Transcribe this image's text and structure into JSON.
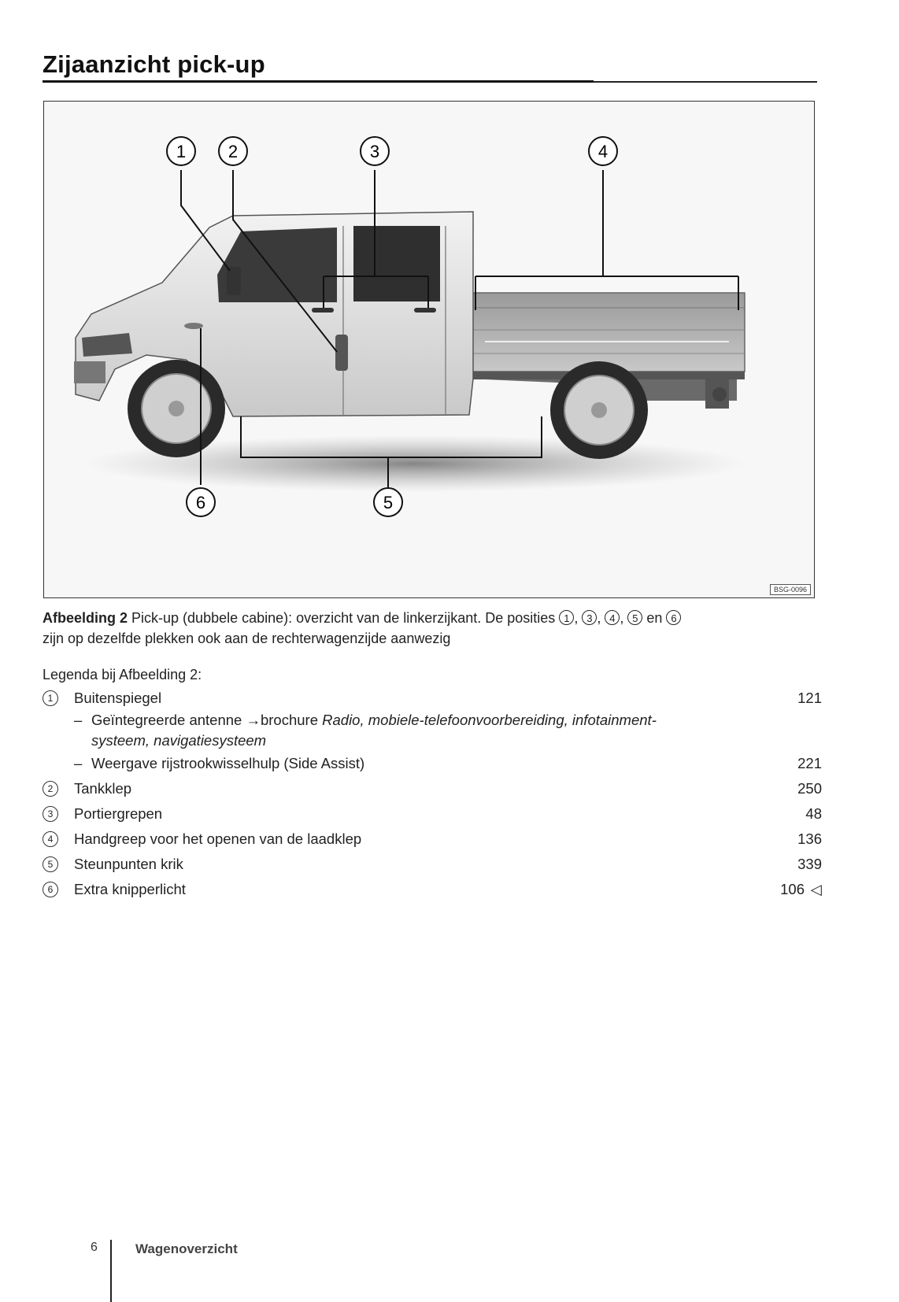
{
  "page": {
    "title": "Zijaanzicht pick-up",
    "footer_page_number": "6",
    "footer_section": "Wagenoverzicht"
  },
  "figure": {
    "code": "BSG-0096",
    "callouts": [
      "1",
      "2",
      "3",
      "4",
      "5",
      "6"
    ],
    "caption_label": "Afbeelding 2",
    "caption_text_1": "Pick-up (dubbele cabine): overzicht van de linkerzijkant. De posities",
    "caption_positions": [
      "1",
      "3",
      "4",
      "5"
    ],
    "caption_and": "en",
    "caption_last": "6",
    "caption_text_2": "zijn op dezelfde plekken ook aan de rechterwagenzijde aanwezig"
  },
  "legend": {
    "title": "Legenda bij Afbeelding 2:",
    "items": [
      {
        "num": "1",
        "label": "Buitenspiegel",
        "page": "121"
      },
      {
        "num": "2",
        "label": "Tankklep",
        "page": "250"
      },
      {
        "num": "3",
        "label": "Portiergrepen",
        "page": "48"
      },
      {
        "num": "4",
        "label": "Handgreep voor het openen van de laadklep",
        "page": "136"
      },
      {
        "num": "5",
        "label": "Steunpunten krik",
        "page": "339"
      },
      {
        "num": "6",
        "label": "Extra knipperlicht",
        "page": "106"
      }
    ],
    "subitems": [
      {
        "dash": "–",
        "text_plain": "Geïntegreerde antenne ",
        "arrow": "→",
        "text_brochure": "brochure ",
        "text_italic": "Radio, mobiele-telefoonvoorbereiding, infotainment-",
        "text_italic_2": "systeem, navigatiesysteem"
      },
      {
        "dash": "–",
        "text_plain": "Weergave rijstrookwisselhulp (Side Assist)",
        "page": "221"
      }
    ],
    "back_marker": "◁"
  }
}
